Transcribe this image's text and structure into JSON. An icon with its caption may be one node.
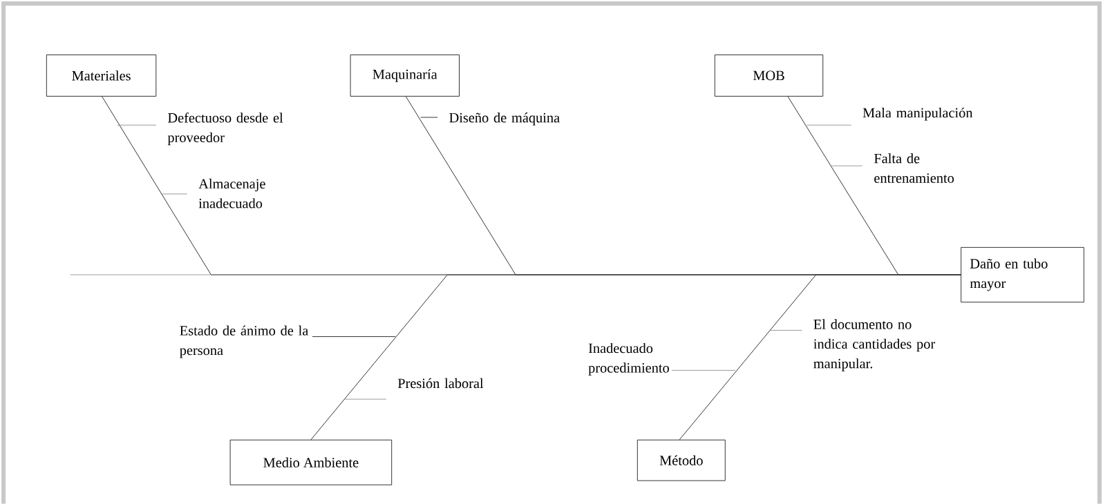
{
  "diagram": {
    "nodes": [
      {
        "text": [
          "Materiales"
        ]
      },
      {
        "text": [
          "Defectuoso desde el proveedor"
        ]
      },
      {
        "text": [
          "Almacenaje inadecuado"
        ]
      },
      {
        "text": [
          "Maquinaría"
        ]
      },
      {
        "text": [
          "Diseño de máquina"
        ]
      },
      {
        "text": [
          "MOB"
        ]
      },
      {
        "text": [
          "Mala manipulación"
        ]
      },
      {
        "text": [
          "Falta de entrenamiento"
        ]
      },
      {
        "text": [
          "Daño en tubo mayor"
        ]
      },
      {
        "text": [
          "Estado de ánimo de la persona"
        ]
      },
      {
        "text": [
          "Presión laboral"
        ]
      },
      {
        "text": [
          "El documento no indica cantidades por manipular."
        ]
      },
      {
        "text": [
          "Inadecuado procedimiento"
        ]
      },
      {
        "text": [
          "Medio Ambiente"
        ]
      },
      {
        "text": [
          "Método"
        ]
      }
    ],
    "edges": [
      {
        "from": null,
        "to": 8,
        "arrow": "none"
      },
      {
        "from": 0,
        "to": 8,
        "arrow": "none",
        "color": "#000000"
      },
      {
        "from": 3,
        "to": 8,
        "arrow": "none",
        "color": "#000000"
      },
      {
        "from": 5,
        "to": 8,
        "arrow": "none",
        "color": "#000000"
      },
      {
        "from": 13,
        "to": 8,
        "arrow": "none",
        "color": "#000000"
      },
      {
        "from": 14,
        "to": 8,
        "arrow": "none",
        "color": "#000000"
      },
      {
        "from": 1,
        "to": null,
        "arrow": "none"
      },
      {
        "from": 2,
        "to": null,
        "arrow": "none"
      },
      {
        "from": 4,
        "to": null,
        "arrow": "none",
        "color": "#000000"
      },
      {
        "from": 6,
        "to": null,
        "arrow": "none"
      },
      {
        "from": 7,
        "to": null,
        "arrow": "none"
      },
      {
        "from": 9,
        "to": null,
        "arrow": "none",
        "color": "#000000"
      },
      {
        "from": 10,
        "to": null,
        "arrow": "none"
      },
      {
        "from": 11,
        "to": null,
        "arrow": "none"
      },
      {
        "from": 12,
        "to": null,
        "arrow": "none"
      }
    ]
  }
}
